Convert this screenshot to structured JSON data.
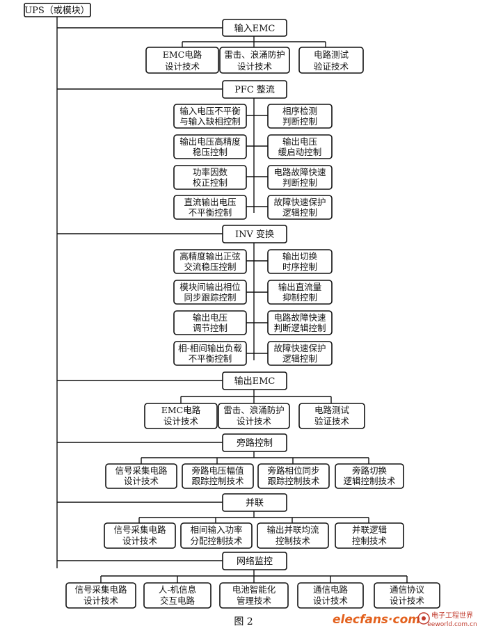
{
  "root": "UPS（或模块）",
  "caption": "图 2",
  "watermark": {
    "brand": "elecfans·com",
    "cn": "电子工程世界",
    "small": "eeworld.com.cn"
  },
  "sections": {
    "input_emc": {
      "title": "输入EMC",
      "items": [
        [
          "EMC电路",
          "设计技术"
        ],
        [
          "雷击、浪涌防护",
          "设计技术"
        ],
        [
          "电路测试",
          "验证技术"
        ]
      ]
    },
    "pfc": {
      "title": "PFC 整流",
      "left": [
        [
          "输入电压不平衡",
          "与输入缺相控制"
        ],
        [
          "输出电压高精度",
          "稳压控制"
        ],
        [
          "功率因数",
          "校正控制"
        ],
        [
          "直流输出电压",
          "不平衡控制"
        ]
      ],
      "right": [
        [
          "相序检测",
          "判断控制"
        ],
        [
          "输出电压",
          "缓启动控制"
        ],
        [
          "电路故障快速",
          "判断控制"
        ],
        [
          "故障快速保护",
          "逻辑控制"
        ]
      ]
    },
    "inv": {
      "title": "INV 变换",
      "left": [
        [
          "高精度输出正弦",
          "交流稳压控制"
        ],
        [
          "模块间输出相位",
          "同步跟踪控制"
        ],
        [
          "输出电压",
          "调节控制"
        ],
        [
          "相-相间输出负载",
          "不平衡控制"
        ]
      ],
      "right": [
        [
          "输出切换",
          "时序控制"
        ],
        [
          "输出直流量",
          "抑制控制"
        ],
        [
          "电路故障快速",
          "判断逻辑控制"
        ],
        [
          "故障快速保护",
          "逻辑控制"
        ]
      ]
    },
    "output_emc": {
      "title": "输出EMC",
      "items": [
        [
          "EMC电路",
          "设计技术"
        ],
        [
          "雷击、浪涌防护",
          "设计技术"
        ],
        [
          "电路测试",
          "验证技术"
        ]
      ]
    },
    "bypass": {
      "title": "旁路控制",
      "items": [
        [
          "信号采集电路",
          "设计技术"
        ],
        [
          "旁路电压幅值",
          "跟踪控制技术"
        ],
        [
          "旁路相位同步",
          "跟踪控制技术"
        ],
        [
          "旁路切换",
          "逻辑控制技术"
        ]
      ]
    },
    "parallel": {
      "title": "并联",
      "items": [
        [
          "信号采集电路",
          "设计技术"
        ],
        [
          "相间输入功率",
          "分配控制技术"
        ],
        [
          "输出并联均流",
          "控制技术"
        ],
        [
          "并联逻辑",
          "控制技术"
        ]
      ]
    },
    "monitor": {
      "title": "网络监控",
      "items": [
        [
          "信号采集电路",
          "设计技术"
        ],
        [
          "人-机信息",
          "交互电路"
        ],
        [
          "电池智能化",
          "管理技术"
        ],
        [
          "通信电路",
          "设计技术"
        ],
        [
          "通信协议",
          "设计技术"
        ]
      ]
    }
  }
}
